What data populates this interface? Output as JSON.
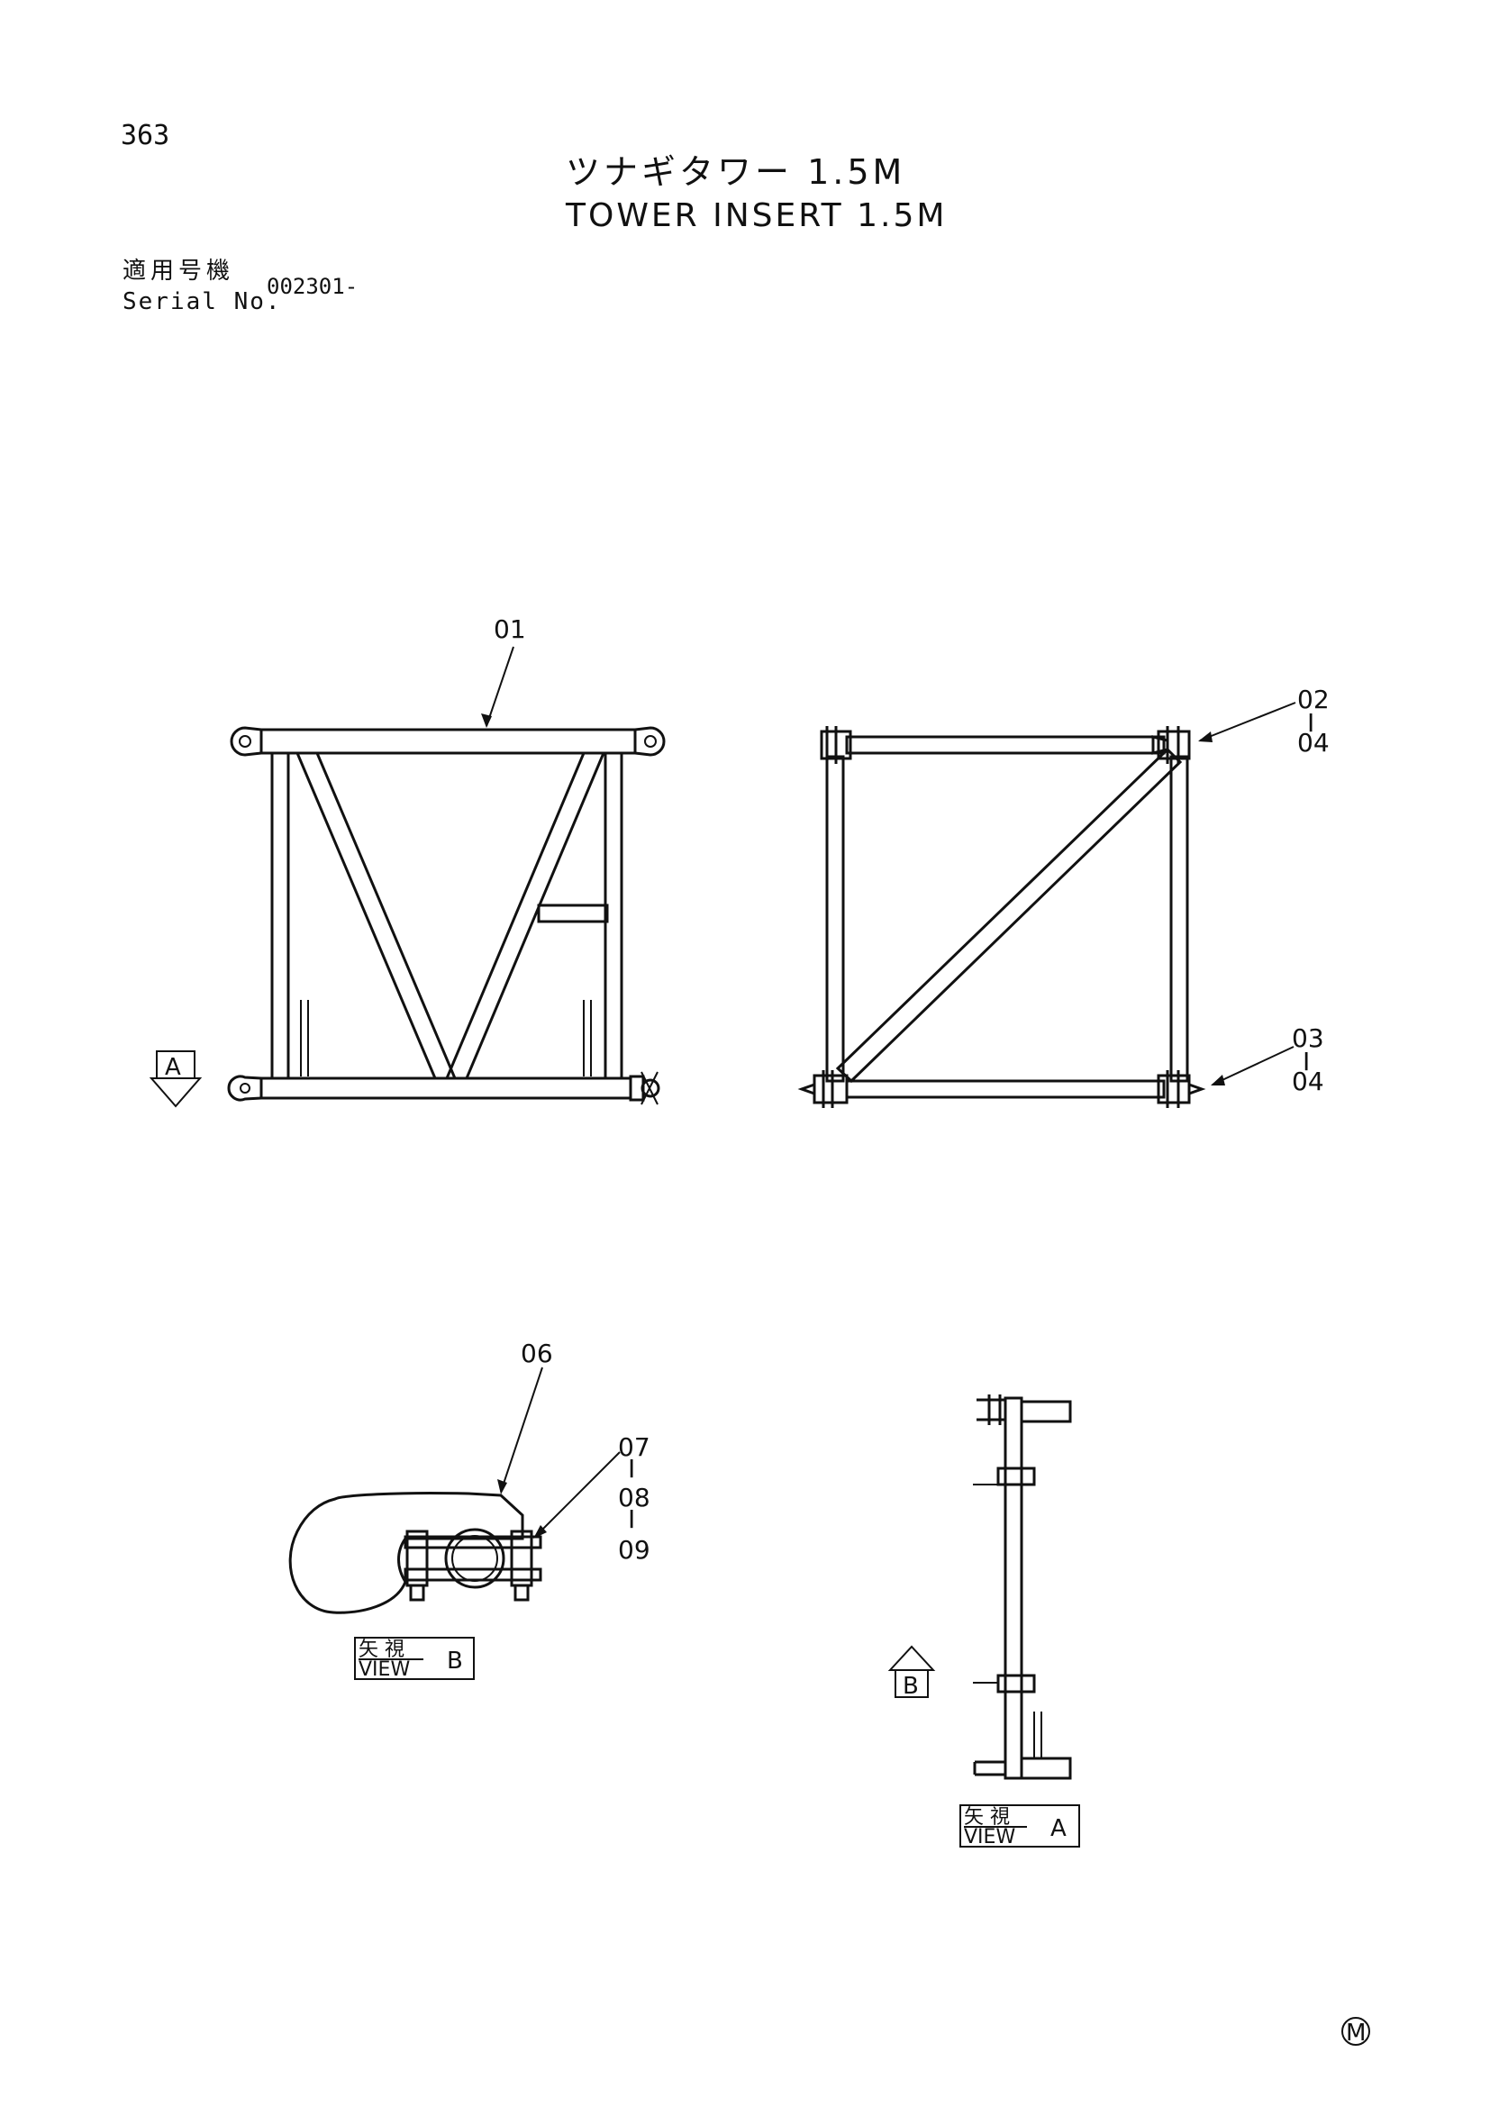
{
  "page_number": "363",
  "title_ja": "ツナギタワー 1.5M",
  "title_en": "TOWER INSERT 1.5M",
  "serial_label_ja": "適用号機",
  "serial_label_en": "Serial No.",
  "serial_value": "002301-",
  "callouts": {
    "c01": "01",
    "c02": "02",
    "c02_to": "04",
    "c03": "03",
    "c03_to": "04",
    "c06": "06",
    "c07": "07",
    "c08": "08",
    "c09": "09",
    "range_mark": "I"
  },
  "view_b": {
    "label_ja": "矢 視",
    "label_en": "VIEW",
    "letter": "B"
  },
  "view_a": {
    "label_ja": "矢 視",
    "label_en": "VIEW",
    "letter": "A"
  },
  "arrow_a_letter": "A",
  "arrow_b_letter": "B",
  "corner_mark": "M"
}
